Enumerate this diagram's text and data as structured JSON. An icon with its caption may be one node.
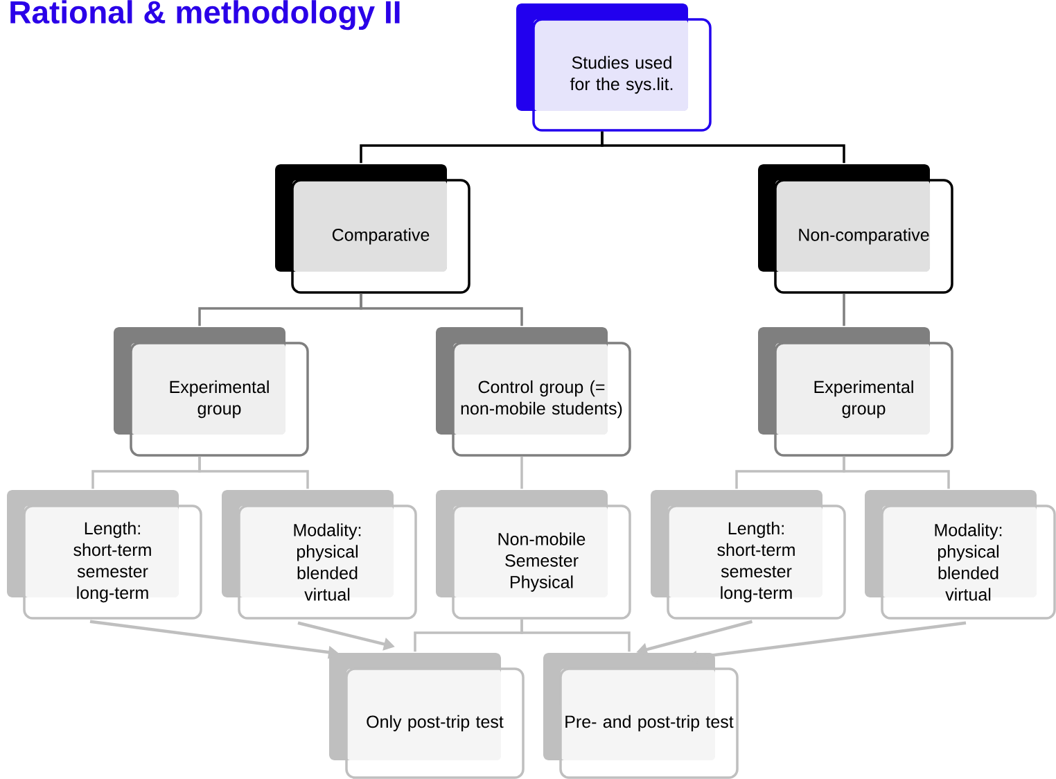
{
  "diagram": {
    "title": "Rational & methodology II",
    "nodes": [
      {
        "text": [
          "Studies used for the sys.lit."
        ]
      },
      {
        "text": [
          "Comparative"
        ]
      },
      {
        "text": [
          "Non-comparative"
        ]
      },
      {
        "text": [
          "Experimental group"
        ]
      },
      {
        "text": [
          "Control group (= non-mobile students)"
        ]
      },
      {
        "text": [
          "Experimental group"
        ]
      },
      {
        "text": [
          "Length: short-term semester long-term"
        ]
      },
      {
        "text": [
          "Modality: physical blended virtual"
        ]
      },
      {
        "text": [
          "Non-mobile Semester Physical"
        ]
      },
      {
        "text": [
          "Length: short-term semester long-term"
        ]
      },
      {
        "text": [
          "Modality: physical blended virtual"
        ]
      },
      {
        "text": [
          "Only post-trip test"
        ]
      },
      {
        "text": [
          "Pre- and post-trip test"
        ]
      }
    ],
    "edges": [
      {
        "from": 0,
        "to": 1,
        "arrow": "none",
        "color": "#000000"
      },
      {
        "from": 0,
        "to": 2,
        "arrow": "none",
        "color": "#000000"
      },
      {
        "from": 1,
        "to": 3,
        "arrow": "none",
        "color": "#7f7f7f"
      },
      {
        "from": 1,
        "to": 4,
        "arrow": "none",
        "color": "#7f7f7f"
      },
      {
        "from": 2,
        "to": 5,
        "arrow": "none",
        "color": "#7f7f7f"
      },
      {
        "from": 3,
        "to": 6,
        "arrow": "none"
      },
      {
        "from": 3,
        "to": 7,
        "arrow": "none"
      },
      {
        "from": 4,
        "to": 8,
        "arrow": "none"
      },
      {
        "from": 5,
        "to": 9,
        "arrow": "none"
      },
      {
        "from": 5,
        "to": 10,
        "arrow": "none"
      },
      {
        "from": 8,
        "to": 11,
        "arrow": "none"
      },
      {
        "from": 8,
        "to": 12,
        "arrow": "none"
      },
      {
        "from": 6,
        "to": 11,
        "arrow": "to"
      },
      {
        "from": 7,
        "to": 11,
        "arrow": "to"
      },
      {
        "from": 9,
        "to": 12,
        "arrow": "to"
      },
      {
        "from": 10,
        "to": 12,
        "arrow": "to"
      }
    ]
  }
}
